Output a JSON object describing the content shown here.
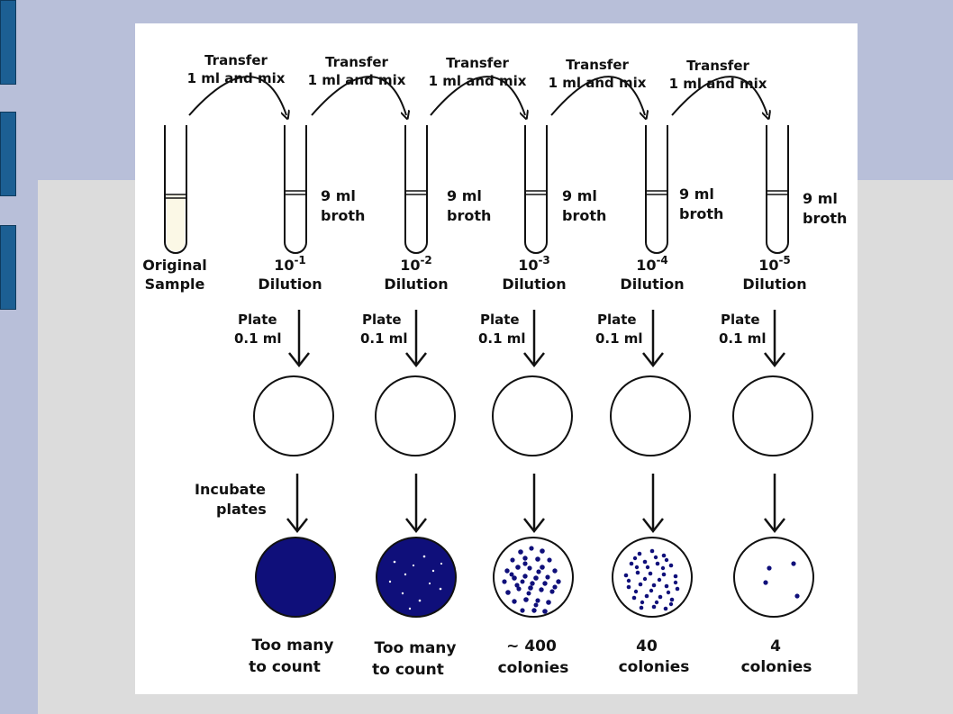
{
  "transfer_label": [
    "Transfer",
    "1 ml and mix"
  ],
  "original_sample_label": [
    "Original",
    "Sample"
  ],
  "broth_label": [
    "9 ml",
    "broth"
  ],
  "dilution_word": "Dilution",
  "dilution_base": "10",
  "dilution_exponents": [
    "-1",
    "-2",
    "-3",
    "-4",
    "-5"
  ],
  "plate_label": [
    "Plate",
    "0.1 ml"
  ],
  "incubate_label": [
    "Incubate",
    "plates"
  ],
  "results": [
    [
      "Too many",
      "to count"
    ],
    [
      "Too many",
      "to count"
    ],
    [
      "~ 400",
      "colonies"
    ],
    [
      "40",
      "colonies"
    ],
    [
      "4",
      "colonies"
    ]
  ],
  "colors": {
    "colony": "#0f0f7a",
    "sample_fill": "#fbf8e6",
    "background": "#b8bfd9",
    "panel": "#ffffff"
  }
}
